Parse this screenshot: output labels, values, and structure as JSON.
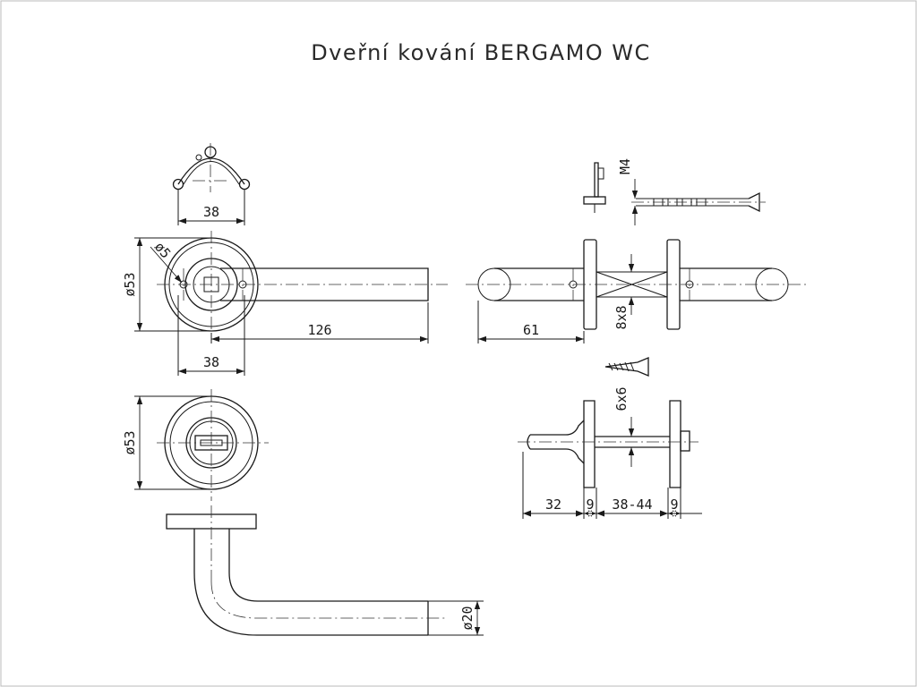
{
  "title": "Dveřní kování BERGAMO WC",
  "dimensions": {
    "top_view_spacing": "38",
    "rosette_diameter": "ø53",
    "screw_hole_diameter": "ø5",
    "lever_length": "126",
    "rosette_spacing": "38",
    "wc_rosette_diameter": "ø53",
    "lever_diameter": "ø20",
    "screw_thread": "M4",
    "lever_projection": "61",
    "square_spindle": "8x8",
    "wc_spindle": "6x6",
    "knob_length": "32",
    "rosette_thickness_left": "9",
    "door_thickness": "38-44",
    "rosette_thickness_right": "9"
  }
}
